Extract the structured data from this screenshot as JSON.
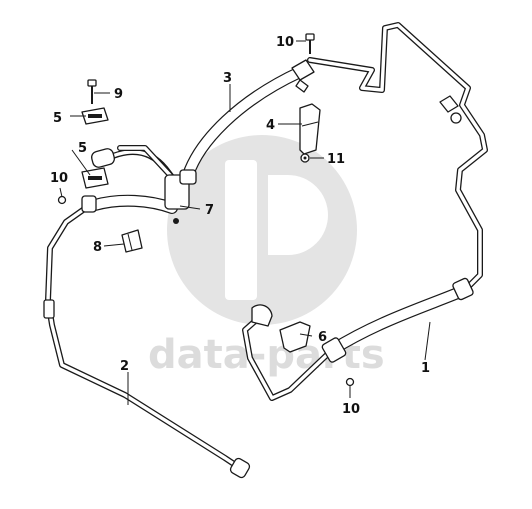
{
  "watermark": {
    "text": "data-parts",
    "color": "#dcdcdc"
  },
  "callouts": [
    {
      "id": "c1",
      "label": "1"
    },
    {
      "id": "c2",
      "label": "2"
    },
    {
      "id": "c3",
      "label": "3"
    },
    {
      "id": "c4",
      "label": "4"
    },
    {
      "id": "c5a",
      "label": "5"
    },
    {
      "id": "c5b",
      "label": "5"
    },
    {
      "id": "c6",
      "label": "6"
    },
    {
      "id": "c7",
      "label": "7"
    },
    {
      "id": "c8",
      "label": "8"
    },
    {
      "id": "c9",
      "label": "9"
    },
    {
      "id": "c10a",
      "label": "10"
    },
    {
      "id": "c10b",
      "label": "10"
    },
    {
      "id": "c10c",
      "label": "10"
    },
    {
      "id": "c11",
      "label": "11"
    }
  ]
}
